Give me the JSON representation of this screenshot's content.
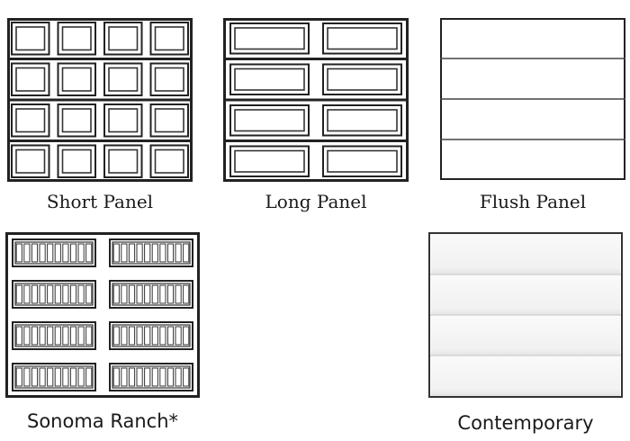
{
  "styles": [
    {
      "id": "short-panel",
      "label": "Short Panel"
    },
    {
      "id": "long-panel",
      "label": "Long Panel"
    },
    {
      "id": "flush-panel",
      "label": "Flush Panel"
    },
    {
      "id": "sonoma-ranch",
      "label": "Sonoma Ranch*"
    },
    {
      "id": "contemporary",
      "label": "Contemporary"
    }
  ]
}
